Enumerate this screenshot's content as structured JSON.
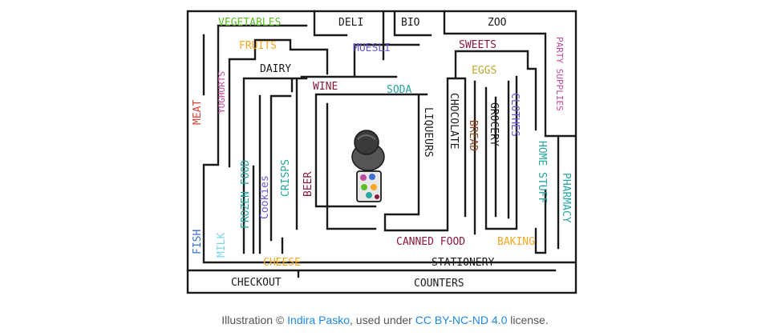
{
  "map": {
    "labels": {
      "vegetables": "VEGETABLES",
      "fruits": "FRUITS",
      "deli": "DELI",
      "bio": "BIO",
      "zoo": "ZOO",
      "muesli": "MUESLI",
      "sweets": "SWEETS",
      "party_supplies": "PARTY SUPPLIES",
      "yoghurts": "YOGHURTS",
      "dairy": "DAIRY",
      "eggs": "EGGS",
      "meat": "MEAT",
      "wine": "WINE",
      "soda": "SODA",
      "liqueurs": "LIQUEURS",
      "chocolate": "CHOCOLATE",
      "bread": "BREAD",
      "grocery": "GROCERY",
      "clothes": "CLOTHES",
      "frozen_food": "FROZEN FOOD",
      "cookies": "Cookies",
      "crisps": "CRISPS",
      "beer": "BEER",
      "home_stuff": "HOME STUFF",
      "pharmacy": "PHARMACY",
      "fish": "FISH",
      "milk": "MILK",
      "canned_food": "CANNED FOOD",
      "baking": "BAKING",
      "cheese": "CHEESE",
      "stationery": "STATIONERY",
      "checkout": "CHECKOUT",
      "counters": "COUNTERS"
    },
    "colors": {
      "green": "#5cbf2a",
      "orange": "#f5a623",
      "dark": "#1a1a1a",
      "purple": "#6a5acd",
      "darkred": "#8b1a3a",
      "pink": "#c04aa0",
      "red": "#d6403a",
      "teal": "#2aa6a0",
      "cyan": "#3ec6d0",
      "brown": "#8b4a22",
      "olive": "#c0a830",
      "blue": "#3b6fd6",
      "lightcyan": "#7ed6e8"
    }
  },
  "caption": {
    "prefix": "Illustration © ",
    "author": "Indira Pasko",
    "middle": ", used under ",
    "license": "CC BY-NC-ND 4.0",
    "suffix": " license."
  }
}
